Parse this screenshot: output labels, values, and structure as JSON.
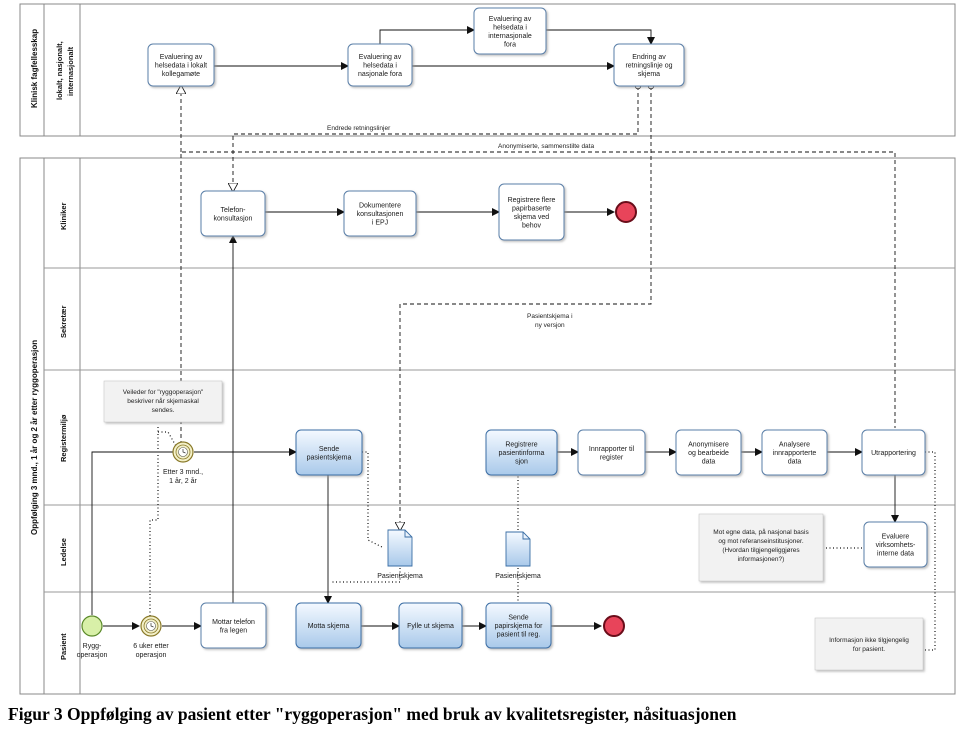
{
  "caption": "Figur 3 Oppfølging av pasient etter \"ryggoperasjon\" med bruk av kvalitetsregister, nåsituasjonen",
  "pools": {
    "top": {
      "label_line1": "Klinisk fagfellesskap",
      "lane_line1": "lokalt, nasjonalt,",
      "lane_line2": "internasjonalt"
    },
    "bottom": {
      "label": "Oppfølging 3 mnd., 1 år og 2 år etter ryggoperasjon"
    }
  },
  "lanes": {
    "kliniker": "Kliniker",
    "sekretaer": "Sekretær",
    "registermiljo": "Registermiljø",
    "ledelse": "Ledelse",
    "pasient": "Pasient"
  },
  "tasks": {
    "eval_lokalt": [
      "Evaluering av",
      "helsedata i lokalt",
      "kollegamøte"
    ],
    "eval_nasjonalt": [
      "Evaluering av",
      "helsedata i",
      "nasjonale fora"
    ],
    "eval_internasjonalt": [
      "Evaluering av",
      "helsedata i",
      "internasjonale",
      "fora"
    ],
    "endring": [
      "Endring av",
      "retningslinje og",
      "skjema"
    ],
    "telefonkonsultasjon": [
      "Telefon-",
      "konsultasjon"
    ],
    "dokumentere": [
      "Dokumentere",
      "konsultasjonen",
      "i EPJ"
    ],
    "registrere_flere": [
      "Registrere flere",
      "papirbaserte",
      "skjema ved",
      "behov"
    ],
    "sende_pasientskjema": [
      "Sende",
      "pasientskjema"
    ],
    "registrere_pasientinfo": [
      "Registrere",
      "pasientinforma",
      "sjon"
    ],
    "innrapporter": [
      "Innrapporter til",
      "register"
    ],
    "anonymisere": [
      "Anonymisere",
      "og bearbeide",
      "data"
    ],
    "analysere": [
      "Analysere",
      "innrapporterte",
      "data"
    ],
    "utrapportering": [
      "Utrapportering"
    ],
    "evaluere_virksomhet": [
      "Evaluere",
      "virksomhets-",
      "interne data"
    ],
    "mottar_telefon": [
      "Mottar telefon",
      "fra legen"
    ],
    "motta_skjema": [
      "Motta skjema"
    ],
    "fylle_ut": [
      "Fylle ut skjema"
    ],
    "sende_papirskjema": [
      "Sende",
      "papirskjema for",
      "pasient til reg."
    ]
  },
  "flow_labels": {
    "endrede_retningslinjer": "Endrede retningslinjer",
    "anonymiserte": "Anonymiserte, sammenstilte data",
    "pasientskjema_ny_versjon_1": "Pasientskjema i",
    "pasientskjema_ny_versjon_2": "ny versjon"
  },
  "events": {
    "start": [
      "Rygg-",
      "operasjon"
    ],
    "timer_6uker": [
      "6 uker etter",
      "operasjon"
    ],
    "timer_3mnd": [
      "Etter 3 mnd.,",
      "1 år, 2 år"
    ]
  },
  "data_objects": {
    "pasientskjema_1": "Pasientskjema",
    "pasientskjema_2": "Pasientskjema"
  },
  "notes": {
    "veileder": [
      "Veileder for \"ryggoperasjon\"",
      "beskriver når skjemaskal",
      "sendes."
    ],
    "mot_egne": [
      "Mot egne data, på nasjonal basis",
      "og mot referanseinstitusjoner.",
      "(Hvordan tilgjengeliggjøres",
      "informasjonen?)"
    ],
    "informasjon": [
      "Informasjon ikke tilgjengelig",
      "for pasient."
    ]
  },
  "colors": {
    "task_border": "#5a7fa8",
    "task_blue_top": "#eef5fc",
    "task_blue_bottom": "#b9d4ee",
    "start_event": "#d8f0a8",
    "end_event": "#e8445a",
    "timer_event": "#f3f0c8",
    "note_fill": "#f2f2f2"
  }
}
